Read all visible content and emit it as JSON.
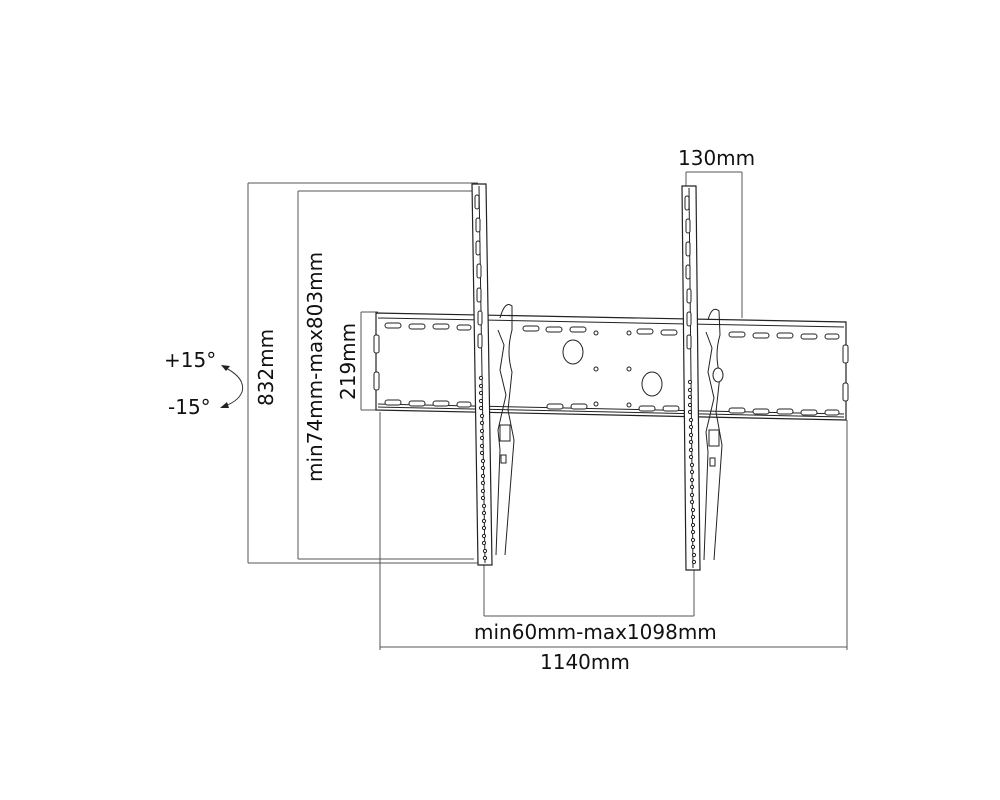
{
  "diagram": {
    "subject": "Tilting TV wall mount bracket – dimension drawing",
    "dimensions": {
      "top_offset": "130mm",
      "overall_height": "832mm",
      "vertical_adjust": "min74mm-max803mm",
      "plate_height": "219mm",
      "horizontal_adjust": "min60mm-max1098mm",
      "overall_width": "1140mm"
    },
    "tilt": {
      "up": "+15°",
      "down": "-15°"
    },
    "colors": {
      "line": "#222222",
      "dimension_line": "#555555",
      "background": "#ffffff"
    }
  }
}
